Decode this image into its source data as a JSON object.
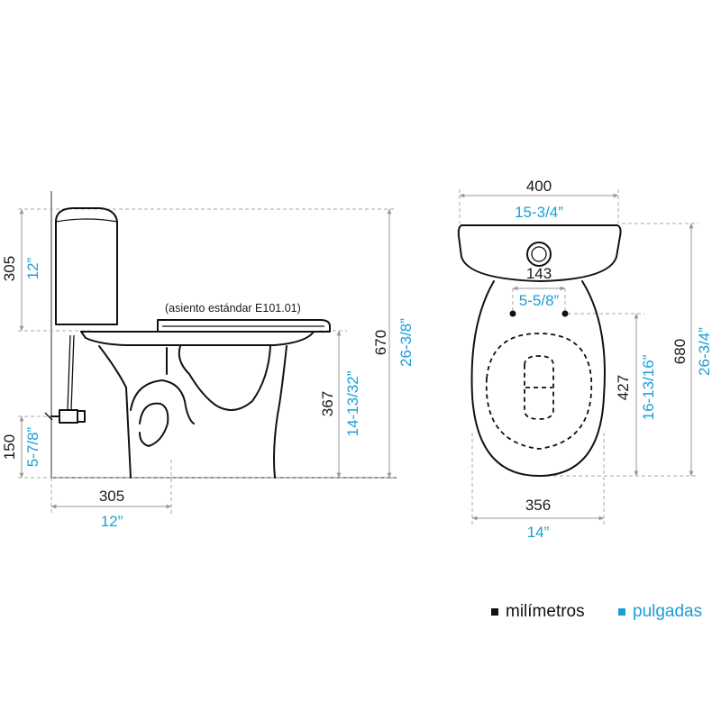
{
  "note": {
    "seat": "(asiento estándar E101.01)"
  },
  "side_view": {
    "tank_height": {
      "mm": "305",
      "in": "12”"
    },
    "supply_height": {
      "mm": "150",
      "in": "5-7/8”"
    },
    "rough_in": {
      "mm": "305",
      "in": "12”"
    },
    "seat_height": {
      "mm": "367",
      "in": "14-13/32”"
    },
    "total_height": {
      "mm": "670",
      "in": "26-3/8”"
    }
  },
  "top_view": {
    "tank_width": {
      "mm": "400",
      "in": "15-3/4”"
    },
    "bolt_spacing": {
      "mm": "143",
      "in": "5-5/8”"
    },
    "bowl_length": {
      "mm": "427",
      "in": "16-13/16”"
    },
    "total_depth": {
      "mm": "680",
      "in": "26-3/4”"
    },
    "bowl_width": {
      "mm": "356",
      "in": "14”"
    }
  },
  "legend": {
    "mm": {
      "label": "milímetros",
      "color": "#111111"
    },
    "in": {
      "label": "pulgadas",
      "color": "#1a9fd6"
    }
  }
}
